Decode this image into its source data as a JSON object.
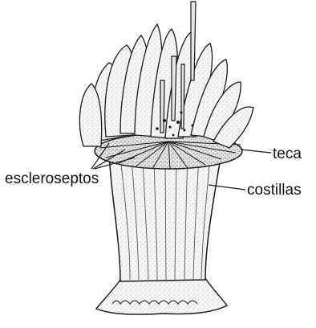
{
  "labels": {
    "teca": "teca",
    "escleroseptos": "escleroseptos",
    "costillas": "costillas"
  },
  "colors": {
    "ink": "#1a1a1a",
    "fill": "#f4f4f4",
    "shade": "#c9c9c9"
  }
}
